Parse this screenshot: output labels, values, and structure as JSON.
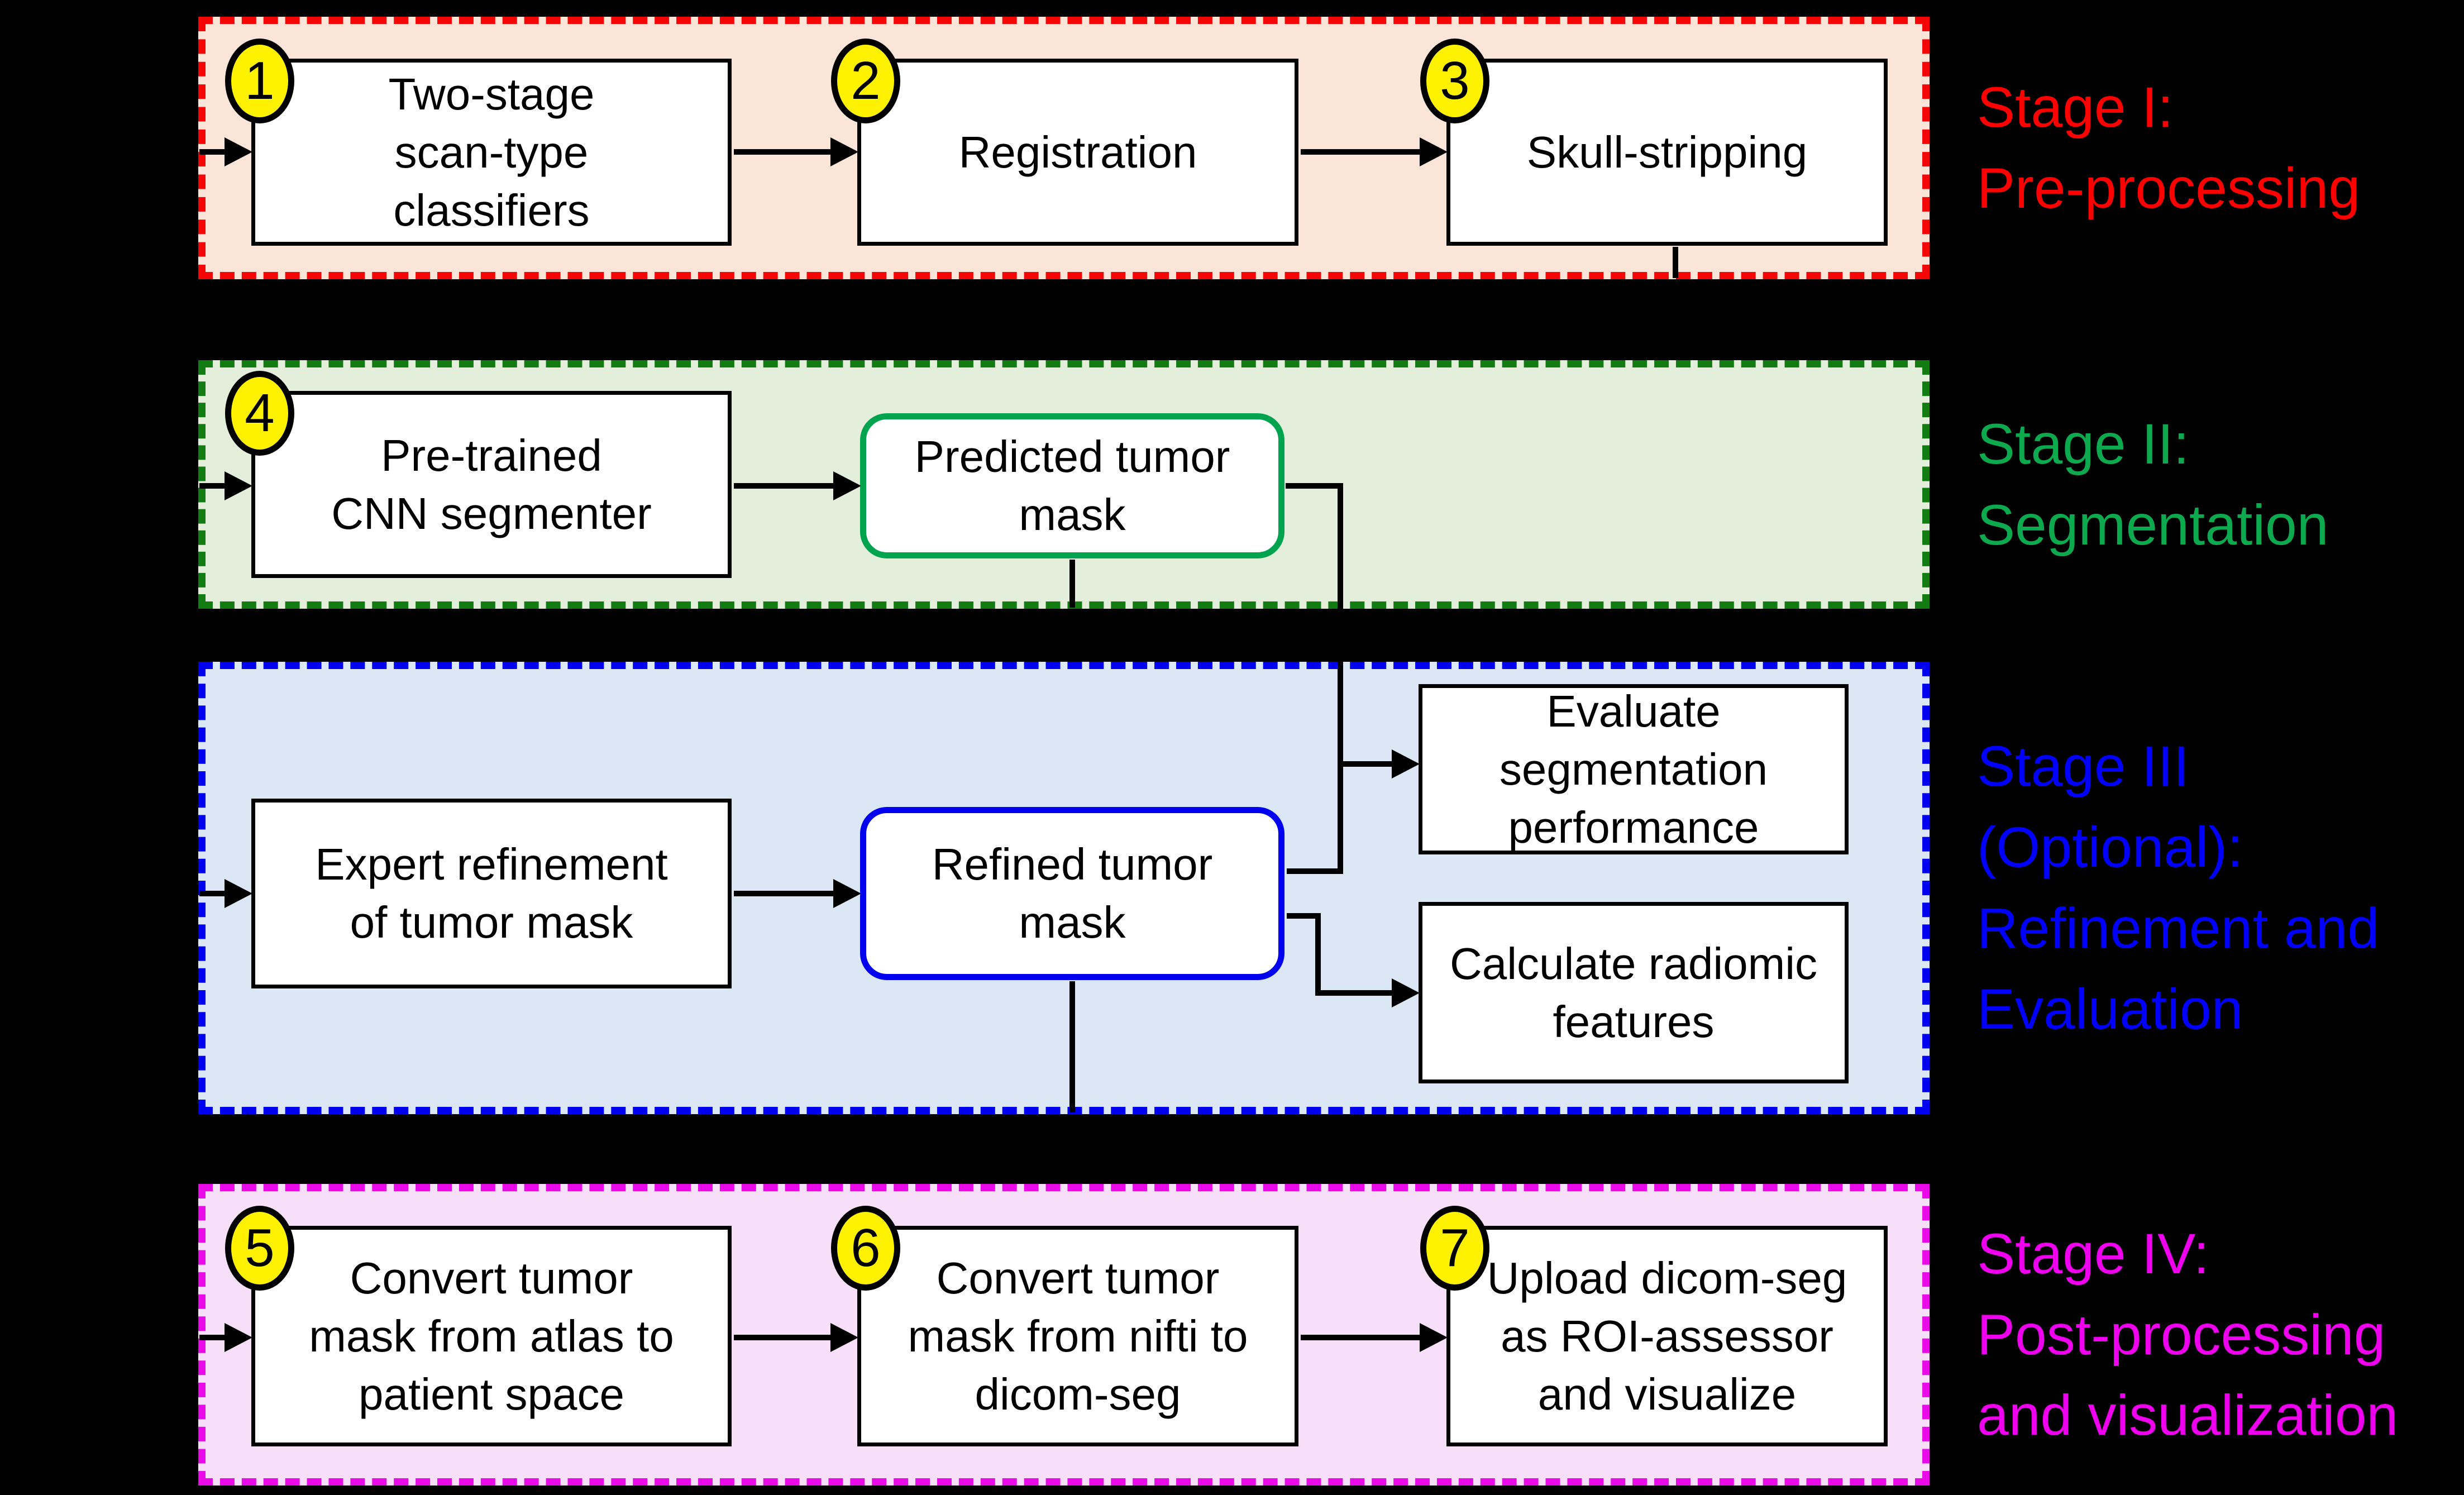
{
  "title": "Tumor segmentation pipeline flowchart",
  "colors": {
    "background": "#000000",
    "stage1_accent": "#FF0000",
    "stage2_accent": "#0CA94E",
    "stage3_accent": "#0000FF",
    "stage4_accent": "#EE00EE",
    "stage1_bg": "#FAE5D8",
    "stage2_bg": "#E4EFDB",
    "stage3_bg": "#DBE7F4",
    "stage4_bg": "#F8DFF9",
    "badge_fill": "#FFF200",
    "predicted_box_border": "#00A44F",
    "refined_box_border": "#0000EE"
  },
  "stages": [
    {
      "label": "Stage I:\nPre-processing"
    },
    {
      "label": "Stage II:\nSegmentation"
    },
    {
      "label": "Stage III\n(Optional):\nRefinement and\nEvaluation"
    },
    {
      "label": "Stage IV:\nPost-processing\nand visualization"
    }
  ],
  "nodes": {
    "n1": {
      "num": "1",
      "label": "Two-stage\nscan-type\nclassifiers"
    },
    "n2": {
      "num": "2",
      "label": "Registration"
    },
    "n3": {
      "num": "3",
      "label": "Skull-stripping"
    },
    "n4": {
      "num": "4",
      "label": "Pre-trained\nCNN segmenter"
    },
    "pred": {
      "label": "Predicted tumor\nmask"
    },
    "exp": {
      "label": "Expert refinement\nof tumor mask"
    },
    "ref": {
      "label": "Refined tumor\nmask"
    },
    "eval": {
      "label": "Evaluate\nsegmentation\nperformance"
    },
    "rad": {
      "label": "Calculate radiomic\nfeatures"
    },
    "n5": {
      "num": "5",
      "label": "Convert tumor\nmask from atlas to\npatient space"
    },
    "n6": {
      "num": "6",
      "label": "Convert tumor\nmask from nifti to\ndicom-seg"
    },
    "n7": {
      "num": "7",
      "label": "Upload dicom-seg\nas ROI-assessor\nand visualize"
    }
  }
}
